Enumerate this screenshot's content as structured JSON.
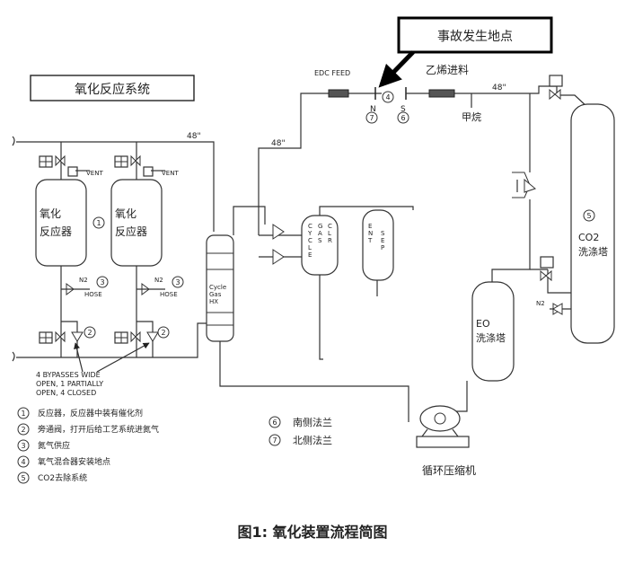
{
  "callout": {
    "accident_site": "事故发生地点"
  },
  "system_box": {
    "title": "氧化反应系统"
  },
  "labels": {
    "edc_feed": "EDC FEED",
    "ethylene_feed": "乙烯进料",
    "methane": "甲烷",
    "pipe_48_top": "48\"",
    "pipe_48_left": "48\"",
    "pipe_48_mid": "48\"",
    "n_label": "N",
    "s_label": "S",
    "vent_1": "VENT",
    "vent_2": "VENT",
    "reactor_1": "氧化\n反应器",
    "reactor_2": "氧化\n反应器",
    "n2_1": "N2",
    "n2_2": "N2",
    "hose_1": "HOSE",
    "hose_2": "HOSE",
    "n2_right": "N2",
    "cycle_gas_hx": "Cycle\nGas\nHX",
    "cycle_sep_a": "C\nY\nC\nL\nE",
    "cycle_sep_b": "G\nA\nS",
    "cycle_sep_c": "C\nL\nR",
    "ent_sep_a": "E\nN\nT",
    "ent_sep_b": "S\nE\nP",
    "co2_tower": "CO2\n洗涤塔",
    "eo_tower": "EO\n洗涤塔",
    "compressor": "循环压缩机",
    "bypass_note": "4 BYPASSES WIDE\nOPEN, 1 PARTIALLY\nOPEN, 4 CLOSED"
  },
  "markers": {
    "m1": "1",
    "m2": "2",
    "m3": "3",
    "m4": "4",
    "m5": "5",
    "m6": "6",
    "m7": "7"
  },
  "legend": [
    {
      "num": "1",
      "text": "反应器，反应器中装有催化剂"
    },
    {
      "num": "2",
      "text": "旁通阀，打开后给工艺系统进氮气"
    },
    {
      "num": "3",
      "text": "氮气供应"
    },
    {
      "num": "4",
      "text": "氧气混合器安装地点"
    },
    {
      "num": "5",
      "text": "CO2去除系统"
    }
  ],
  "legend_right": [
    {
      "num": "6",
      "text": "南侧法兰"
    },
    {
      "num": "7",
      "text": "北侧法兰"
    }
  ],
  "caption": "图1: 氧化装置流程简图"
}
